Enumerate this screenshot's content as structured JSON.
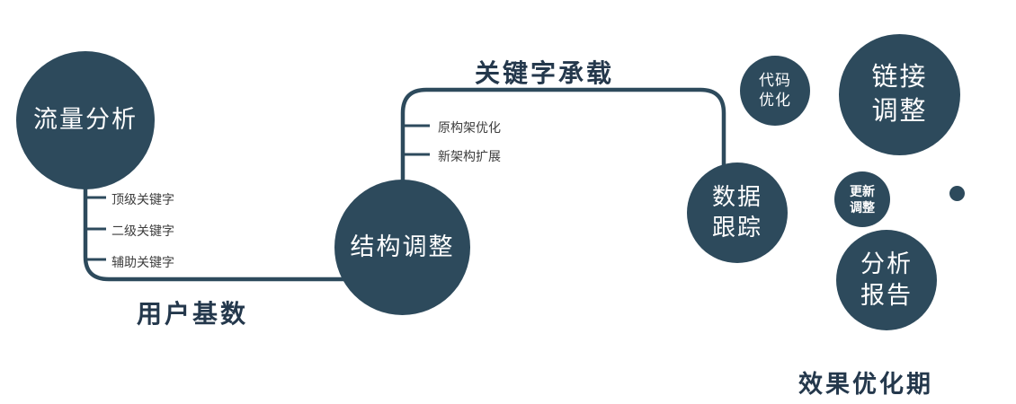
{
  "colors": {
    "node": "#2d4a5c",
    "line": "#2d4a5c",
    "label": "#24384c",
    "tick": "#3d3d3d",
    "bg": "#ffffff"
  },
  "nodes": {
    "traffic": "流量分析",
    "structure": "结构调整",
    "tracking": "数据\n跟踪",
    "code": "代码\n优化",
    "link": "链接\n调整",
    "update": "更新\n调整",
    "report": "分析\n报告"
  },
  "edge_labels": {
    "user_base": "用户基数",
    "keyword_carry": "关键字承载",
    "effect_period": "效果优化期"
  },
  "ticks": {
    "branch1": [
      "顶级关键字",
      "二级关键字",
      "辅助关键字"
    ],
    "branch2": [
      "原构架优化",
      "新架构扩展"
    ]
  }
}
